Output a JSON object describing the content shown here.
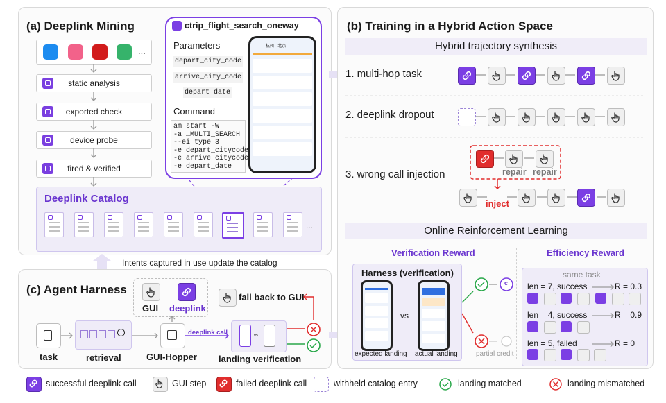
{
  "panel_a": {
    "title": "(a) Deeplink Mining",
    "steps": [
      "static analysis",
      "exported check",
      "device probe",
      "fired & verified"
    ],
    "catalog_title": "Deeplink Catalog",
    "more": "...",
    "callout": {
      "name": "ctrip_flight_search_oneway",
      "params_label": "Parameters",
      "params": [
        "depart_city_code",
        "arrive_city_code",
        "depart_date"
      ],
      "command_label": "Command",
      "command_lines": [
        "am start -W",
        "-a …MULTI_SEARCH",
        "--ei type 3",
        "-e depart_citycode",
        "-e arrive_citycode",
        "-e depart_date"
      ],
      "phone_header": "杭州 - 北京"
    }
  },
  "intent_note": "Intents captured in use update the catalog",
  "panel_c": {
    "title": "(c) Agent Harness",
    "gui_label": "GUI",
    "deeplink_label": "deeplink",
    "fallback": "fall back to GUI",
    "task": "task",
    "retrieval": "retrieval",
    "hopper": "GUI-Hopper",
    "deeplink_call": "deeplink call",
    "vs": "vs",
    "landing": "landing verification"
  },
  "panel_b": {
    "title": "(b) Training in a Hybrid Action Space",
    "synth_header": "Hybrid trajectory synthesis",
    "rows": [
      "1. multi-hop task",
      "2. deeplink dropout",
      "3. wrong call injection"
    ],
    "repair": "repair",
    "inject": "inject",
    "rl_header": "Online Reinforcement Learning",
    "verification_reward": "Verification Reward",
    "efficiency_reward": "Efficiency Reward",
    "harness_title": "Harness (verification)",
    "vs": "vs",
    "expected": "expected landing",
    "actual": "actual landing",
    "partial": "partial credit",
    "c_label": "c",
    "same_task": "same task",
    "eff_rows": [
      {
        "label": "len = 7, success",
        "reward": "R = 0.3"
      },
      {
        "label": "len = 4, success",
        "reward": "R = 0.9"
      },
      {
        "label": "len = 5, failed",
        "reward": "R = 0"
      }
    ]
  },
  "legend": [
    "successful deeplink call",
    "GUI step",
    "failed deeplink call",
    "withheld catalog entry",
    "landing matched",
    "landing mismatched"
  ],
  "colors": {
    "purple": "#7b3fe4",
    "red": "#e12d2d",
    "green": "#2aa84a",
    "gray": "#efefef"
  }
}
